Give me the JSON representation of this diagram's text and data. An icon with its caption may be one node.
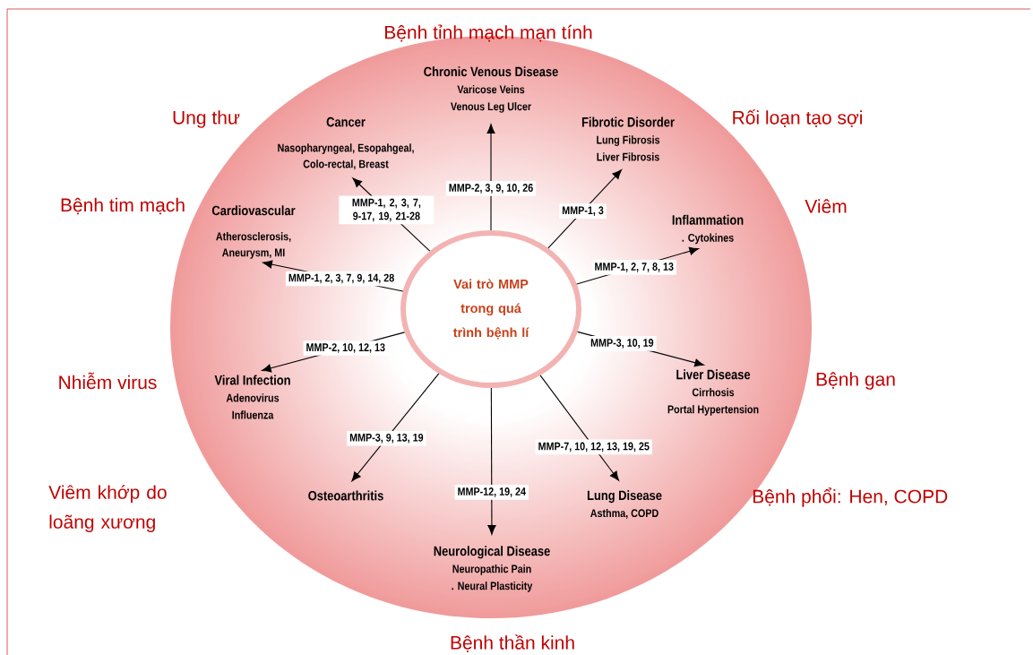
{
  "diagram": {
    "nodes": [
      {
        "text": [
          "Vai trò MMP trong quá trình bệnh lí"
        ]
      },
      {
        "text": [
          "Chronic Venous Disease",
          "Varicose Veins",
          "Venous Leg Ulcer"
        ]
      },
      {
        "text": [
          "Cancer",
          "Nasopharyngeal, Esopahgeal, Colo-rectal, Breast"
        ]
      },
      {
        "text": [
          "Fibrotic Disorder",
          "Lung Fibrosis",
          "Liver Fibrosis"
        ]
      },
      {
        "text": [
          "Cardiovascular",
          "Atherosclerosis, Aneurysm, MI"
        ]
      },
      {
        "text": [
          "Inflammation",
          ". Cytokines"
        ]
      },
      {
        "text": [
          "Viral Infection",
          "Adenovirus",
          "Influenza"
        ]
      },
      {
        "text": [
          "Liver Disease",
          "Cirrhosis",
          "Portal Hypertension"
        ]
      },
      {
        "text": [
          "Osteoarthritis"
        ]
      },
      {
        "text": [
          "Lung Disease",
          "Asthma, COPD"
        ]
      },
      {
        "text": [
          "Neurological Disease",
          "Neuropathic Pain",
          ". Neural Plasticity"
        ]
      }
    ],
    "edges": [
      {
        "from": 0,
        "to": 1,
        "arrow": "to",
        "label": "MMP-2, 3, 9, 10, 26"
      },
      {
        "from": 0,
        "to": 2,
        "arrow": "to",
        "label": "MMP-1, 2, 3, 7, 9-17, 19, 21-28"
      },
      {
        "from": 0,
        "to": 3,
        "arrow": "to",
        "label": "MMP-1, 3"
      },
      {
        "from": 0,
        "to": 4,
        "arrow": "to",
        "label": "MMP-1, 2, 3, 7, 9, 14, 28"
      },
      {
        "from": 0,
        "to": 5,
        "arrow": "to",
        "label": "MMP-1, 2, 7, 8, 13"
      },
      {
        "from": 0,
        "to": 6,
        "arrow": "to",
        "label": "MMP-2, 10, 12, 13"
      },
      {
        "from": 0,
        "to": 7,
        "arrow": "to",
        "label": "MMP-3, 10, 19"
      },
      {
        "from": 0,
        "to": 8,
        "arrow": "to",
        "label": "MMP-3, 9, 13, 19"
      },
      {
        "from": 0,
        "to": 9,
        "arrow": "to",
        "label": "MMP-7, 10, 12, 13, 19, 25"
      },
      {
        "from": 0,
        "to": 10,
        "arrow": "to",
        "label": "MMP-12, 19, 24"
      }
    ],
    "labels": [
      "Bệnh tỉnh mạch mạn tính",
      "Ung thư",
      "Rối loạn tạo sợi",
      "Bệnh tim mạch",
      "Viêm",
      "Nhiễm virus",
      "Bệnh gan",
      "Viêm khớp do loãng xương",
      "Bệnh phổi: Hen, COPD",
      "Bệnh thần kinh"
    ]
  }
}
